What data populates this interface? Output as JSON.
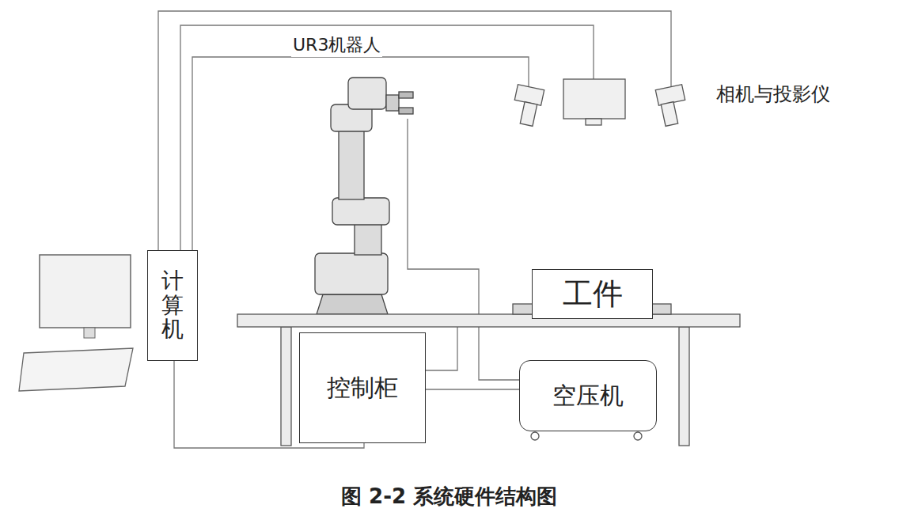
{
  "diagram": {
    "caption": "图 2-2 系统硬件结构图",
    "nodes": [
      {
        "text": [
          "计算机"
        ]
      },
      {
        "text": [
          "工件"
        ]
      },
      {
        "text": [
          "控制柜"
        ]
      },
      {
        "text": [
          "空压机"
        ]
      }
    ],
    "edges": [
      {
        "from": 0,
        "to": 2,
        "arrow": "none"
      },
      {
        "from": 2,
        "to": 3,
        "arrow": "none"
      }
    ],
    "labels": [
      "UR3机器人",
      "相机与投影仪"
    ]
  }
}
